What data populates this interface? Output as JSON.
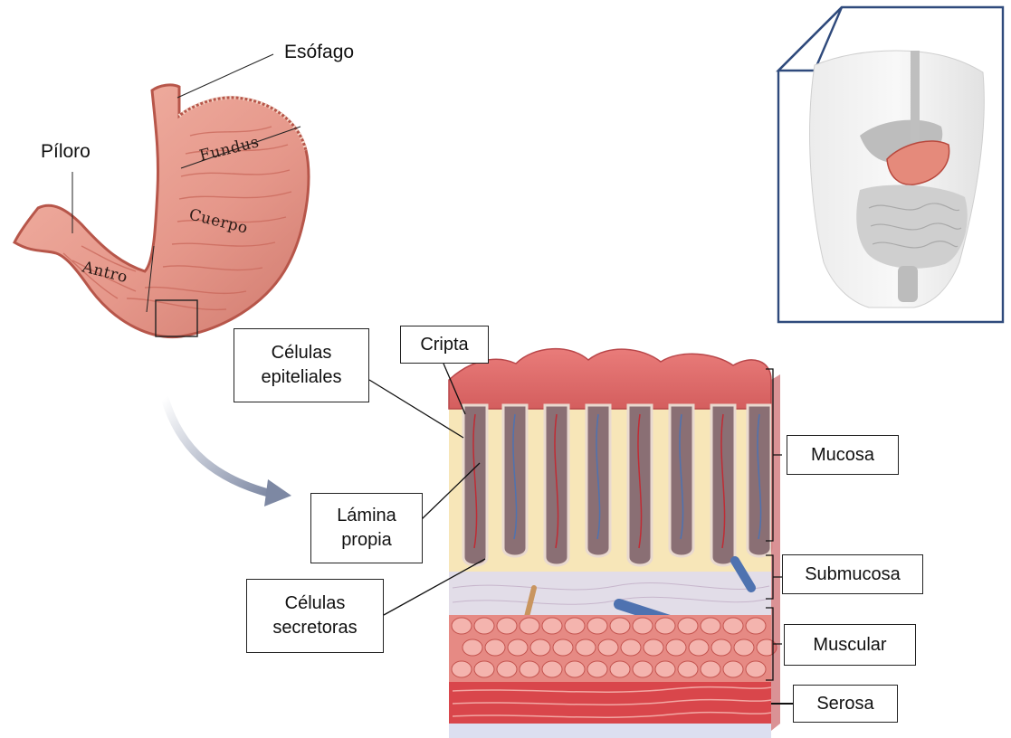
{
  "stomach": {
    "esofago": "Esófago",
    "piloro": "Píloro",
    "fundus": "Fundus",
    "cuerpo": "Cuerpo",
    "antro": "Antro"
  },
  "labels": {
    "celulas_epiteliales": [
      "Células",
      "epiteliales"
    ],
    "cripta": "Cripta",
    "lamina_propia": [
      "Lámina",
      "propia"
    ],
    "celulas_secretoras": [
      "Células",
      "secretoras"
    ],
    "mucosa": "Mucosa",
    "submucosa": "Submucosa",
    "muscular": "Muscular",
    "serosa": "Serosa"
  },
  "colors": {
    "stomach": "#e79a8c",
    "stomach_dark": "#b44a3c",
    "mucosa": "#e36e6e",
    "inset_border": "#2f4a7c",
    "arrow": "#9aa4b8"
  }
}
